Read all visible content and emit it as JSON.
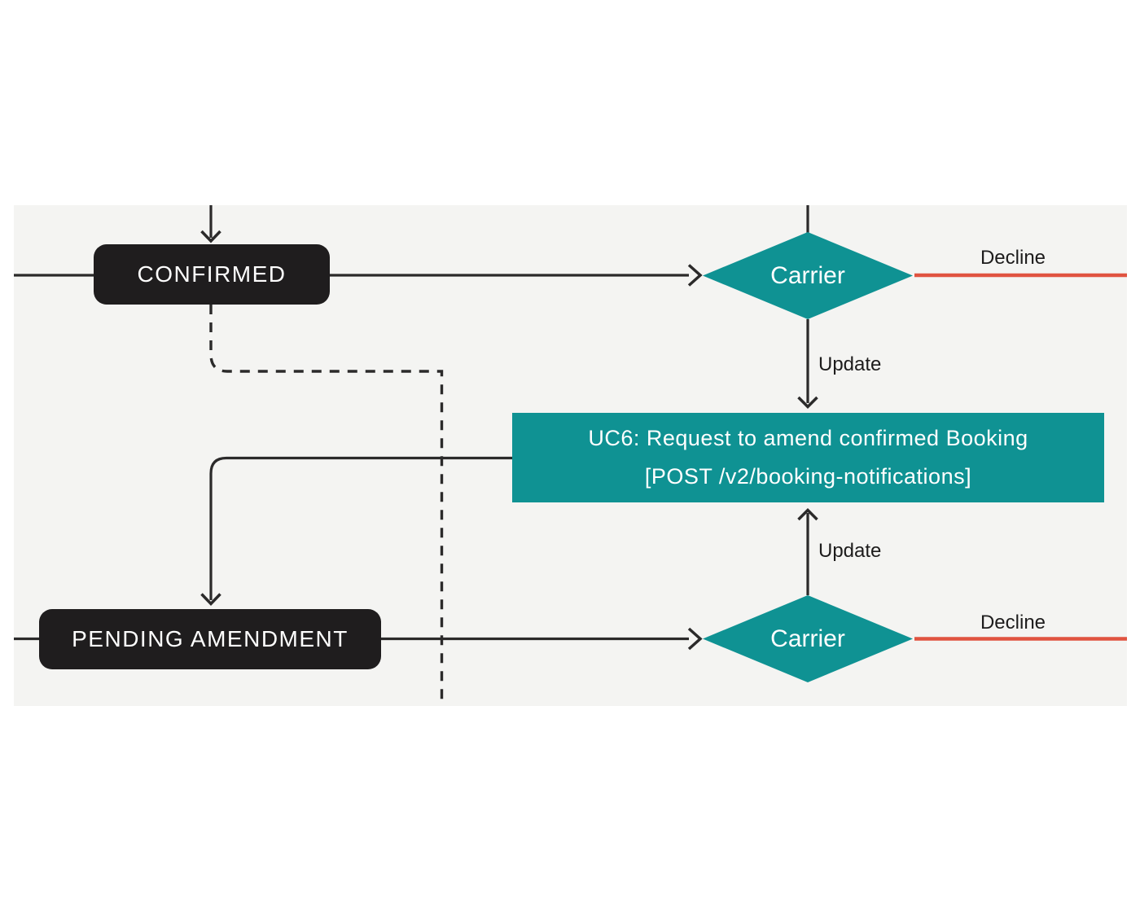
{
  "diagram": {
    "colors": {
      "panel_bg": "#f4f4f2",
      "teal": "#0f9293",
      "state_black": "#1f1d1e",
      "line_dark": "#2b2a2a",
      "decline_red": "#e05340",
      "label_text": "#1d1c1c"
    },
    "nodes": {
      "confirmed": {
        "type": "state",
        "label": "CONFIRMED"
      },
      "pending_amendment": {
        "type": "state",
        "label": "PENDING AMENDMENT"
      },
      "carrier_top": {
        "type": "decision",
        "label": "Carrier"
      },
      "carrier_bottom": {
        "type": "decision",
        "label": "Carrier"
      },
      "uc6": {
        "type": "process",
        "title": "UC6: Request to amend confirmed Booking",
        "subtitle": "[POST /v2/booking-notifications]"
      }
    },
    "edge_labels": {
      "decline_top": "Decline",
      "update_top": "Update",
      "update_bottom": "Update",
      "decline_bottom": "Decline"
    }
  }
}
